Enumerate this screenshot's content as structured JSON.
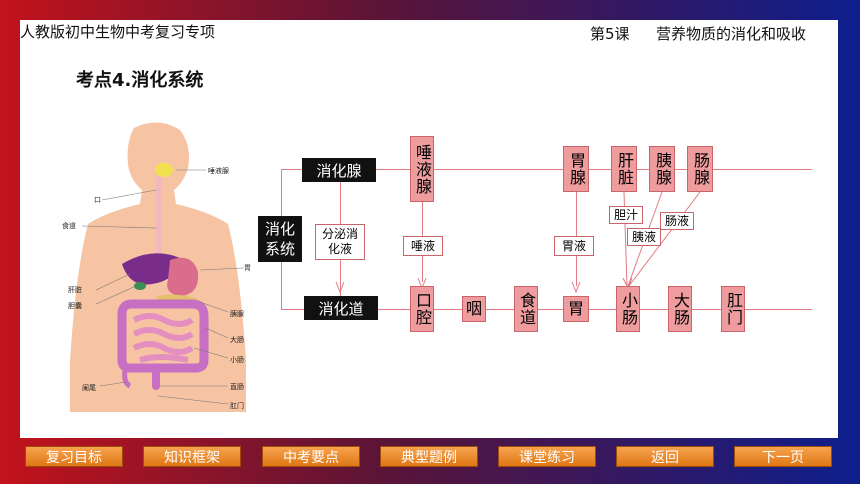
{
  "header": {
    "course": "人教版初中生物中考复习专项",
    "lesson_no": "第5课",
    "lesson_title": "营养物质的消化和吸收"
  },
  "section_title": "考点4.消化系统",
  "anatomy_labels": {
    "mouth": "口",
    "salivary_gland": "唾液腺",
    "esophagus": "食道",
    "liver": "肝脏",
    "stomach": "胃",
    "pancreas": "胰腺",
    "gallbladder": "胆囊",
    "large_intestine": "大肠",
    "small_intestine": "小肠",
    "appendix": "阑尾",
    "rectum": "直肠",
    "anus": "肛门"
  },
  "diagram": {
    "system": "消化系统",
    "glands_label": "消化腺",
    "tract_label": "消化道",
    "secrete_label": "分泌消化液",
    "glands": [
      "唾液腺",
      "胃腺",
      "肝脏",
      "胰腺",
      "肠腺"
    ],
    "juices": [
      "唾液",
      "胃液",
      "胆汁",
      "胰液",
      "肠液"
    ],
    "tract": [
      "口腔",
      "咽",
      "食道",
      "胃",
      "小肠",
      "大肠",
      "肛门"
    ]
  },
  "colors": {
    "node_fill": "#ee9c9e",
    "node_border": "#c96469",
    "line": "#e07c82",
    "nav_button": "#f08a24"
  },
  "nav": [
    "复习目标",
    "知识框架",
    "中考要点",
    "典型题例",
    "课堂练习",
    "返回",
    "下一页"
  ]
}
